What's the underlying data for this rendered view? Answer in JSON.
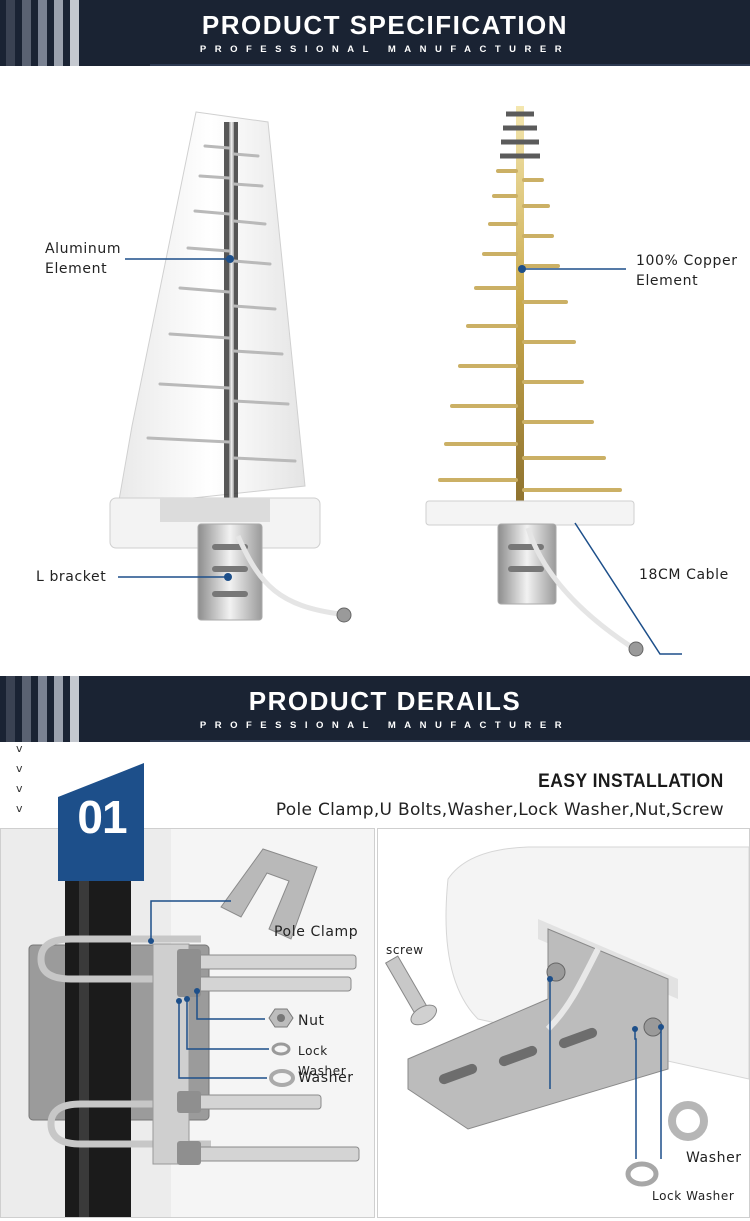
{
  "section1": {
    "title": "PRODUCT SPECIFICATION",
    "subtitle": "PROFESSIONAL MANUFACTURER",
    "labels": {
      "aluminum": "Aluminum\nElement",
      "copper": "100% Copper\nElement",
      "bracket": "L bracket",
      "cable": "18CM Cable"
    }
  },
  "section2": {
    "title": "PRODUCT  DERAILS",
    "subtitle": "PROFESSIONAL MANUFACTURER",
    "chevron": "v",
    "badge": "01",
    "heading": "EASY INSTALLATION",
    "parts_list": "Pole Clamp,U Bolts,Washer,Lock Washer,Nut,Screw",
    "left_labels": {
      "pole_clamp": "Pole Clamp",
      "nut": "Nut",
      "lock_washer": "Lock Washer",
      "washer": "Washer"
    },
    "right_labels": {
      "screw": "screw",
      "washer": "Washer",
      "lock_washer": "Lock Washer"
    }
  },
  "colors": {
    "header_bg": "#1a2333",
    "badge_blue": "#1d4f8a",
    "leader_line": "#1d4f8a"
  }
}
